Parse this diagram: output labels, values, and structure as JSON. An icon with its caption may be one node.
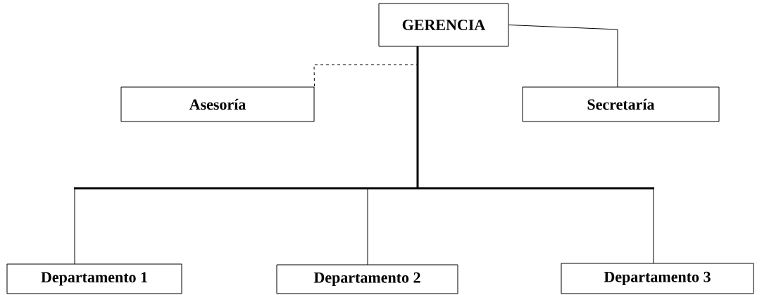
{
  "diagram": {
    "nodes": [
      {
        "text": [
          "GERENCIA"
        ]
      },
      {
        "text": [
          "Asesoría"
        ]
      },
      {
        "text": [
          "Secretaría"
        ]
      },
      {
        "text": [
          "Departamento 1"
        ]
      },
      {
        "text": [
          "Departamento 2"
        ]
      },
      {
        "text": [
          "Departamento 3"
        ]
      }
    ],
    "edges": [
      {
        "from": 0,
        "to": 1,
        "arrow": "none",
        "style": "dashed"
      },
      {
        "from": 0,
        "to": 2,
        "arrow": "none"
      },
      {
        "from": 0,
        "to": 3,
        "arrow": "none"
      },
      {
        "from": 0,
        "to": 4,
        "arrow": "none"
      },
      {
        "from": 0,
        "to": 5,
        "arrow": "none"
      }
    ]
  }
}
